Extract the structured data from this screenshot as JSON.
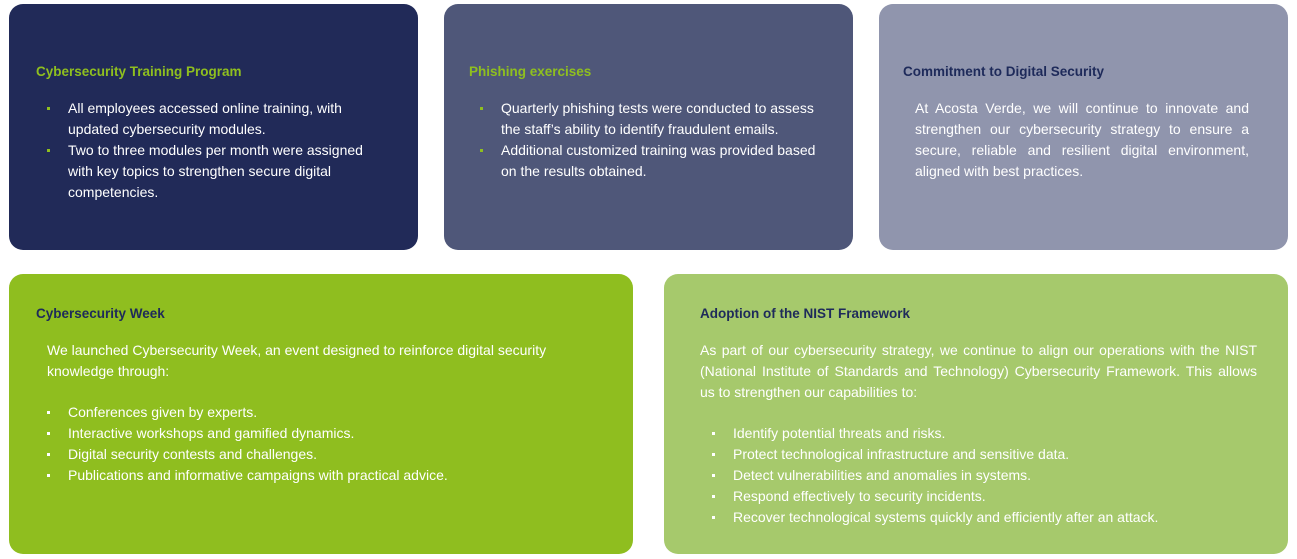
{
  "colors": {
    "navy": "#212a58",
    "slate": "#4f5779",
    "lavender": "#9095ad",
    "green": "#8fbe1f",
    "lightgreen": "#a6c96c",
    "accent": "#8fbf1f"
  },
  "cards": {
    "training": {
      "title": "Cybersecurity Training Program",
      "items": [
        "All employees accessed online training, with updated cybersecurity modules.",
        "Two to three modules per month were assigned with key topics to strengthen secure digital competencies."
      ]
    },
    "phishing": {
      "title": "Phishing exercises",
      "items": [
        "Quarterly phishing tests were conducted to assess the staff’s ability to identify fraudulent emails.",
        "Additional customized training was provided based on the results obtained."
      ]
    },
    "commitment": {
      "title": "Commitment to Digital Security",
      "text": "At Acosta Verde, we will continue to innovate and strengthen our cybersecurity strategy to ensure a secure, reliable and resilient digital environment, aligned with best practices."
    },
    "week": {
      "title": "Cybersecurity Week",
      "intro": "We launched Cybersecurity Week, an event designed to reinforce digital security knowledge through:",
      "items": [
        "Conferences given by experts.",
        "Interactive workshops and gamified dynamics.",
        "Digital security contests and challenges.",
        "Publications and informative campaigns with practical advice."
      ]
    },
    "nist": {
      "title": "Adoption of the NIST Framework",
      "intro": "As part of our cybersecurity strategy, we continue to align our operations with the NIST (National Institute of Standards and Technology) Cybersecurity Framework. This allows us to strengthen our capabilities to:",
      "items": [
        "Identify potential threats and risks.",
        "Protect technological infrastructure and sensitive data.",
        "Detect vulnerabilities and anomalies in systems.",
        "Respond effectively to security incidents.",
        "Recover technological systems quickly and efficiently after an attack."
      ]
    }
  }
}
